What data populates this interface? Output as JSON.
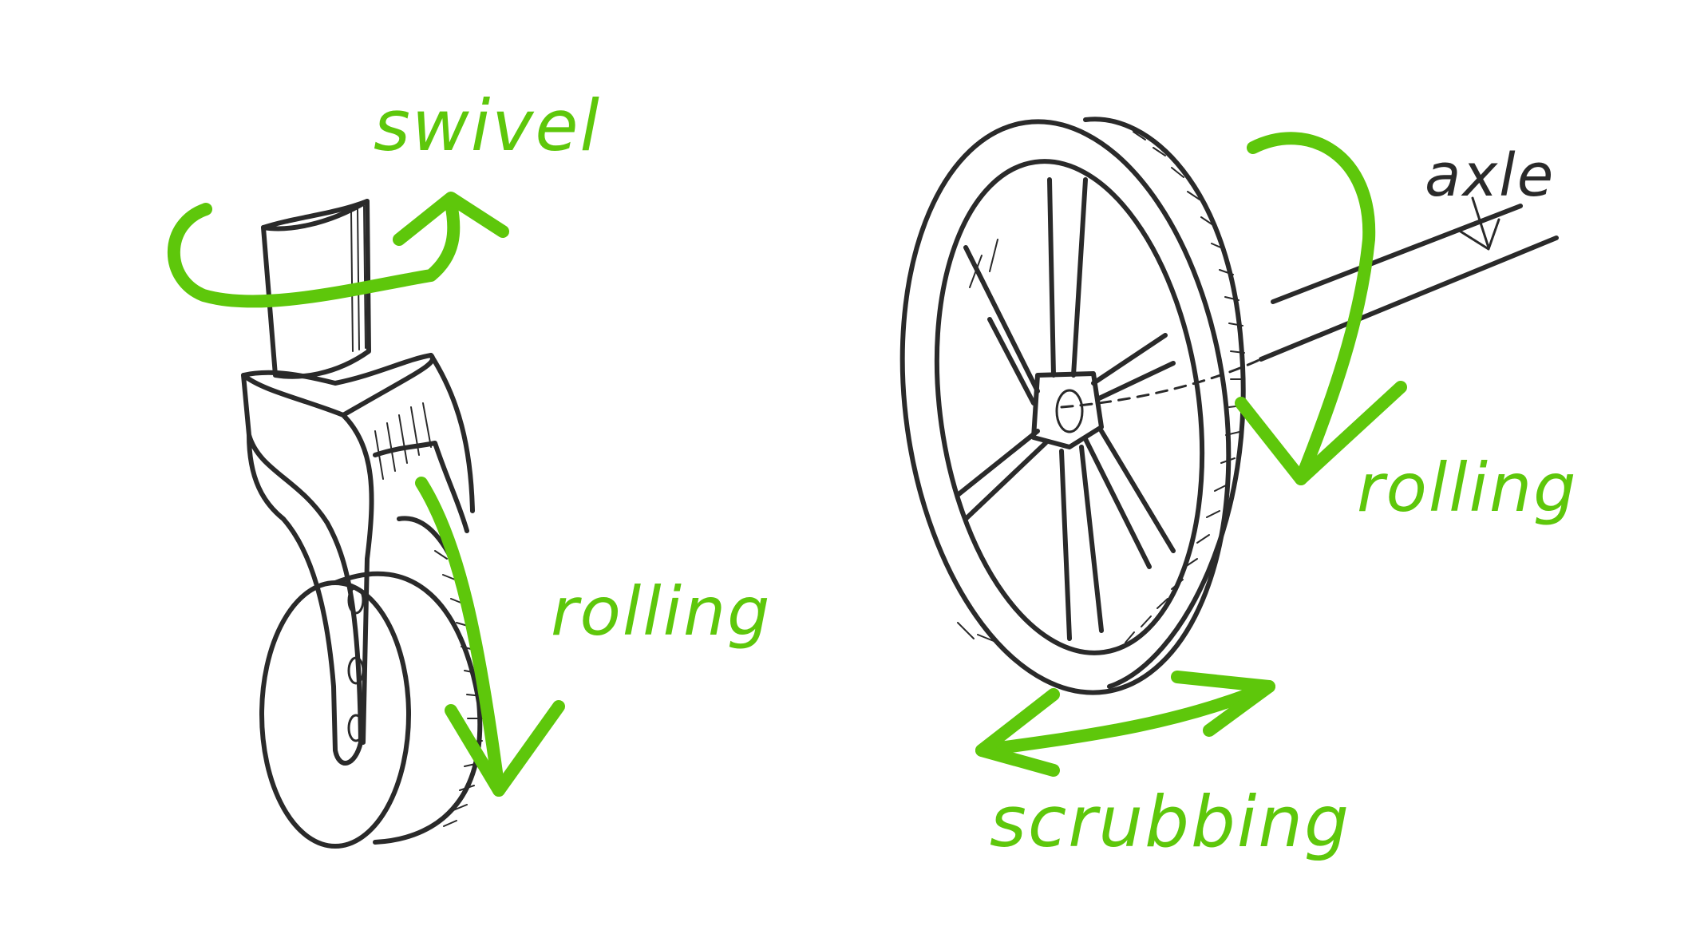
{
  "labels": {
    "swivel": "swivel",
    "rolling_left": "rolling",
    "rolling_right": "rolling",
    "axle": "axle",
    "scrubbing": "scrubbing"
  },
  "colors": {
    "accent": "#5ec70b",
    "ink": "#2a2a2a",
    "background": "#ffffff"
  }
}
